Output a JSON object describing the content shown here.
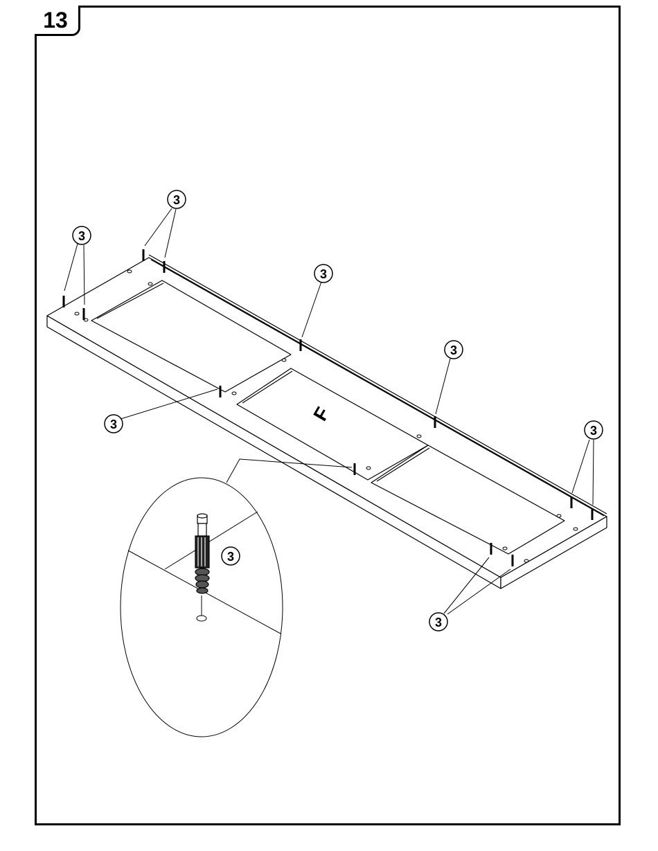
{
  "step": {
    "number": "13"
  },
  "panel": {
    "label": "F"
  },
  "part": {
    "number": "3"
  },
  "colors": {
    "line": "#000000",
    "background": "#ffffff"
  }
}
